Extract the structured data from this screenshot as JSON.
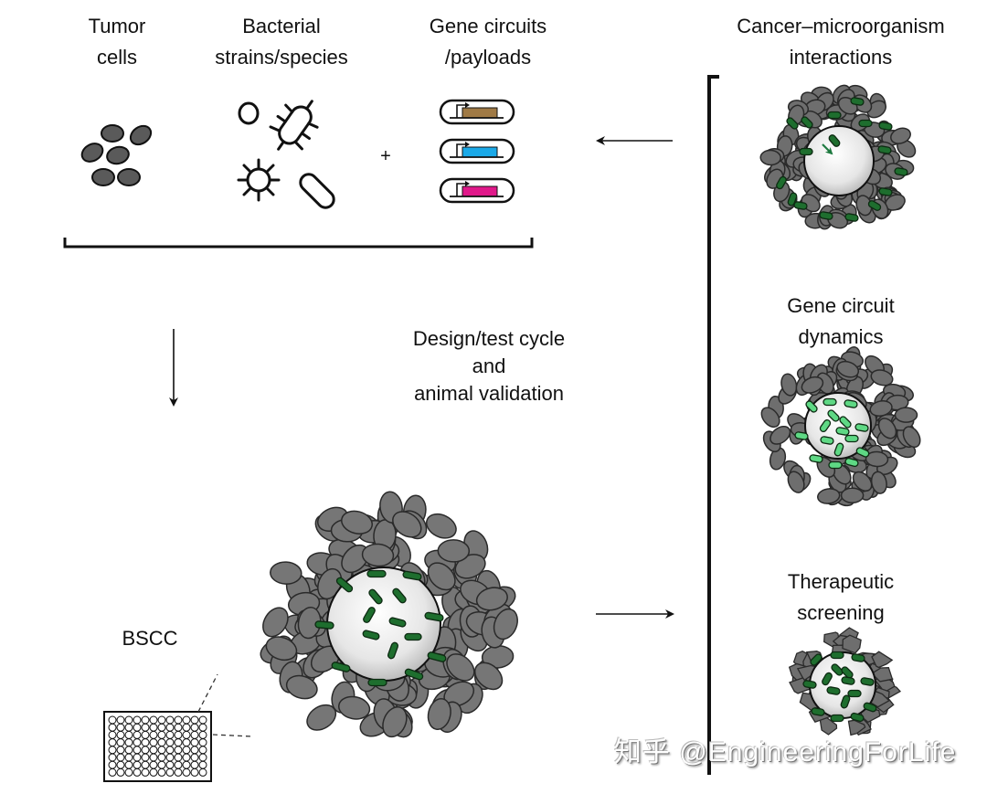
{
  "headers": {
    "tumor_cells": [
      "Tumor",
      "cells"
    ],
    "bacterial_strains": [
      "Bacterial",
      "strains/species"
    ],
    "gene_circuits": [
      "Gene circuits",
      "/payloads"
    ],
    "cancer_micro": [
      "Cancer–microorganism",
      "interactions"
    ],
    "gene_circuit_dynamics": [
      "Gene circuit",
      "dynamics"
    ],
    "therapeutic_screening": [
      "Therapeutic",
      "screening"
    ]
  },
  "center_text": [
    "Design/test cycle",
    "and",
    "animal validation"
  ],
  "plus_sign": "+",
  "bscc_label": "BSCC",
  "payload_colors": [
    "#a07a45",
    "#1aa9e8",
    "#e0198a"
  ],
  "colors": {
    "tumor_cell_fill": "#5a5a5a",
    "spheroid_cell_fill": "#777777",
    "bacteria_dark_green": "#1e6e2e",
    "bacteria_light_green": "#5ed884",
    "outline": "#111111"
  },
  "watermark": "知乎 @EngineeringForLife"
}
